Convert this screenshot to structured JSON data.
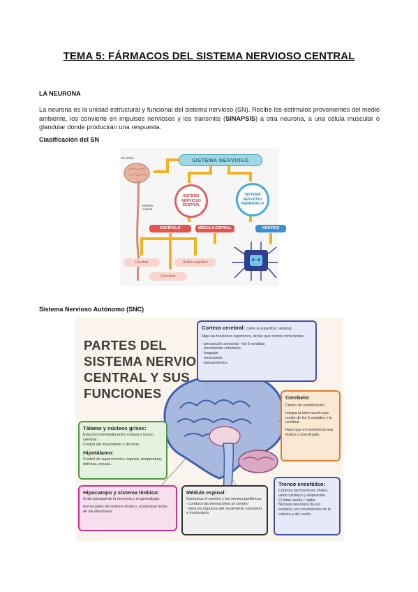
{
  "title": "TEMA 5: FÁRMACOS DEL SISTEMA NERVIOSO CENTRAL",
  "section_neurona": "LA NEURONA",
  "paragraph": {
    "before": "La neurona es la unidad estructural y funcional del sistema nervioso (SN). Recibe los estímulos provenientes del medio ambiente, los convierte en impulsos nerviosos y los transmite (",
    "bold": "SINAPSIS",
    "after": ") a otra neurona, a una célula muscular o glandular donde producirán una respuesta."
  },
  "section_clasificacion": "Clasificación del SN",
  "sn_diagram": {
    "banner": "SISTEMA NERVIOSO",
    "encefalo_label": "Encéfalo",
    "medula_label": "Médula espinal",
    "central": "SISTEMA NERVIOSO CENTRAL",
    "periferico": "SISTEMA NERVIOSO PERIFÉRICO",
    "pill_encefalo": "ENCÉFALO",
    "pill_medula": "MÉDULA ESPINAL",
    "pill_nervios": "NERVIOS",
    "cerebro": "Cerebro",
    "bulbo": "Bulbo raquídeo",
    "cerebelo": "Cerebelo",
    "colors": {
      "banner": "#9fd8e2",
      "red": "#e2544f",
      "blue": "#3b8fd6",
      "arrow": "#f2b21d"
    }
  },
  "section_snc": "Sistema Nervioso Autónomo (SNC)",
  "snc_infographic": {
    "heading": [
      "PARTES DEL",
      "SISTEMA NERVIOSO",
      "CENTRAL Y SUS",
      "FUNCIONES"
    ],
    "cortex": {
      "title": "Corteza cerebral:",
      "inline": "cubre la superficie cerebral.",
      "text": "Rige las funciones superiores, de las que somos conscientes.",
      "items": [
        "- percepción sensorial - los 5 sentidos",
        "- movimiento voluntario",
        "- lenguaje",
        "- emociones",
        "- pensamientos"
      ]
    },
    "cerebelo": {
      "title": "Cerebelo:",
      "lines": [
        "Centro de coordinación.",
        "Integra la información que recibe de los 5 sentidos y la cerebral.",
        "Hace que el movimiento sea fluidos y coordinado."
      ]
    },
    "talamo": {
      "title": "Tálamo y núcleos grises:",
      "lines": [
        "Estación intermedia entre corteza y tronco cerebral.",
        "Control del movimiento y del tono."
      ]
    },
    "hipotalamo": {
      "title": "Hipotálamo:",
      "lines": [
        "Control de supervivencia: ingesta, temperatura, defensa, sexual..."
      ]
    },
    "hipocampo": {
      "title": "Hipocampo y sistema límbico:",
      "lines": [
        "Sede principal de la memoria y el aprendizaje.",
        "Forma parte del sistema límbico, el principal rector de las emociones"
      ]
    },
    "medula": {
      "title": "Médula espinal:",
      "lines": [
        "Comunica el cerebro y los nervios periféricos",
        "- conduce las sensaciones al cerebro",
        "- lleva los impulsos del movimiento voluntario e involuntario"
      ]
    },
    "tronco": {
      "title": "Tronco encefálico:",
      "lines": [
        "Controla las funciones vitales, latido cardiaco y respiración.",
        "El ritmo sueño / vigilia",
        "Núcleos nerviosos de los sentidos, los movimientos de la cabeza y del cuello."
      ]
    },
    "colors": {
      "cortex": "#3f53a6",
      "cerebelo": "#e07c2f",
      "talamo": "#4e9a47",
      "hipocampo": "#c6328f",
      "brain": "#3b5fa8"
    }
  }
}
